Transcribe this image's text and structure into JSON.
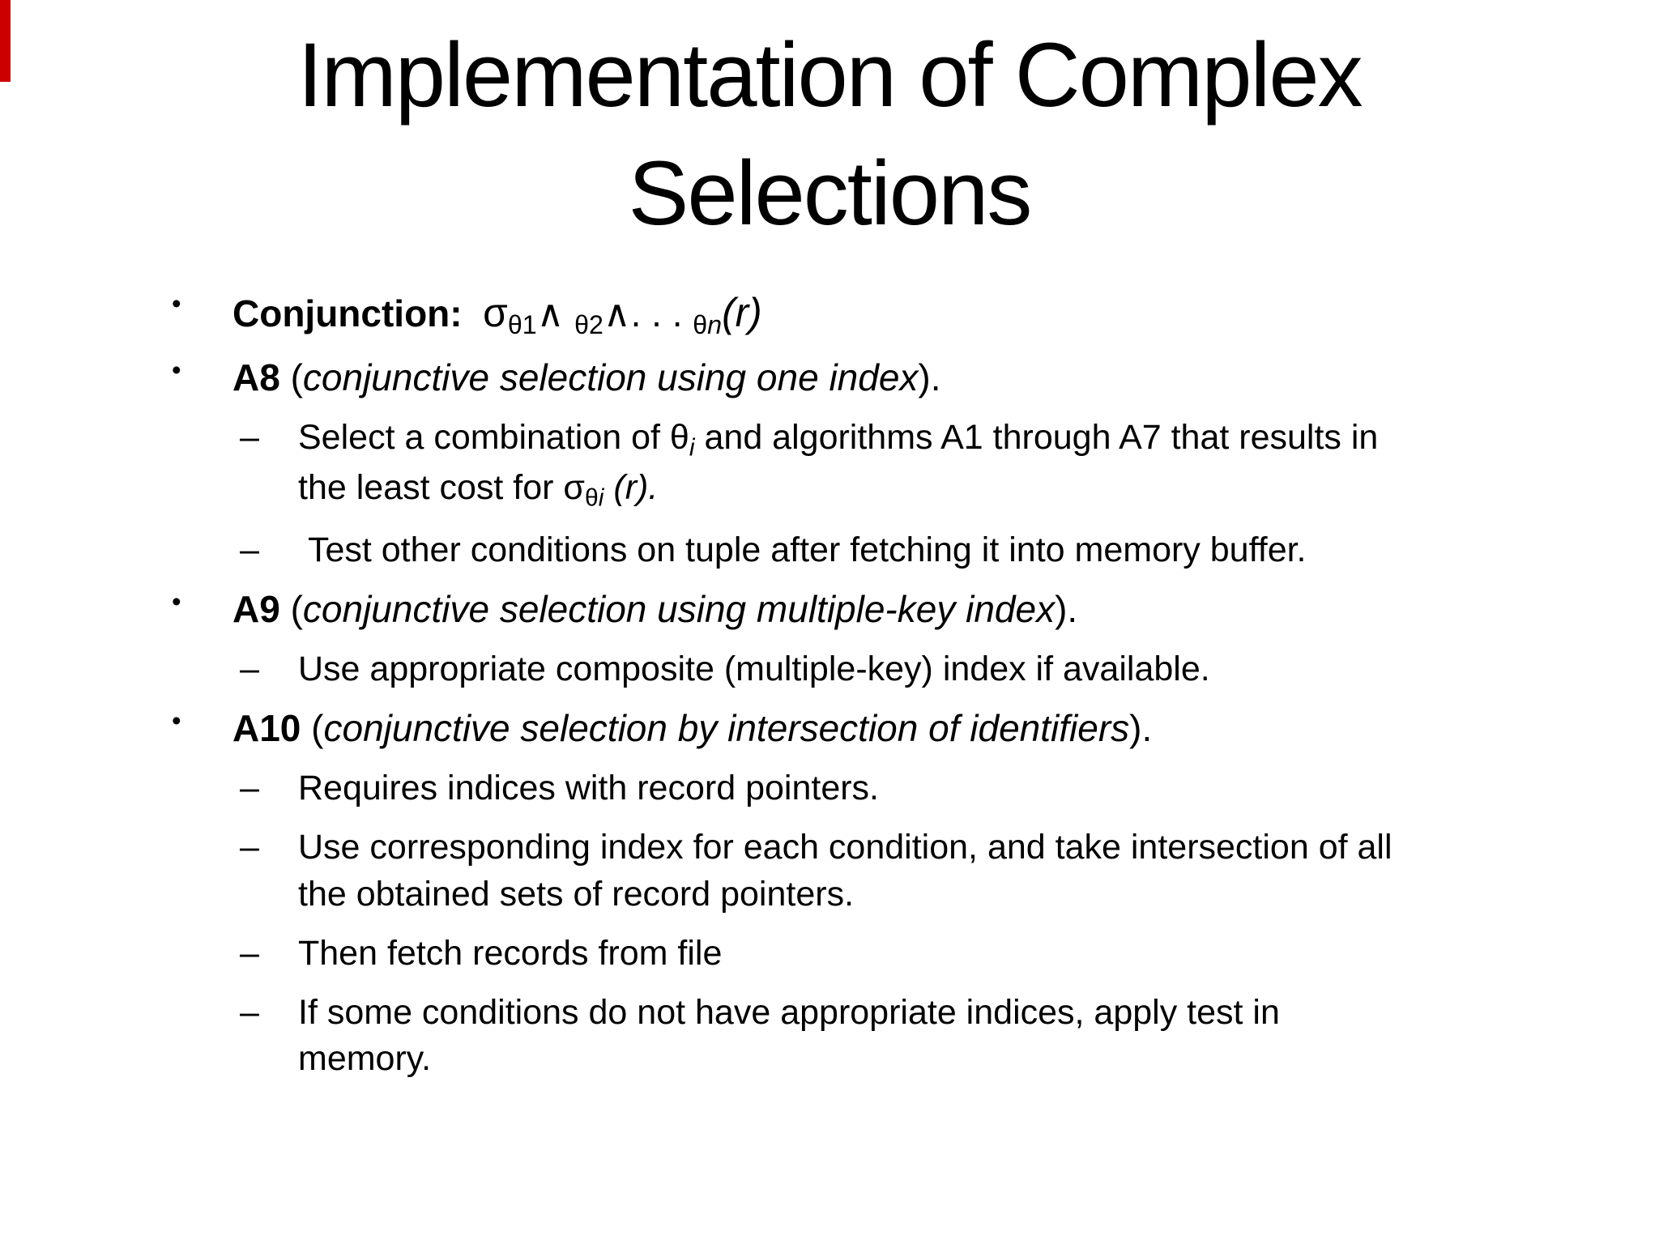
{
  "title": {
    "line1": "Implementation of Complex",
    "line2": "Selections"
  },
  "decoration": {
    "red_bar_color": "#cc0000"
  },
  "content": {
    "items": [
      {
        "level": 1,
        "marker": "•",
        "runs": [
          {
            "style": "b",
            "text": "Conjunction:  "
          },
          {
            "style": "sigma",
            "text": "σ"
          },
          {
            "style": "sub",
            "text": "θ1"
          },
          {
            "style": "n",
            "text": "∧ "
          },
          {
            "style": "sub",
            "text": "θ2"
          },
          {
            "style": "n",
            "text": "∧. . . "
          },
          {
            "style": "sub",
            "text": "θ"
          },
          {
            "style": "subi",
            "text": "n"
          },
          {
            "style": "bigi",
            "text": "(r)"
          }
        ]
      },
      {
        "level": 1,
        "marker": "•",
        "runs": [
          {
            "style": "b",
            "text": "A8 "
          },
          {
            "style": "n",
            "text": "("
          },
          {
            "style": "i",
            "text": "conjunctive selection using one index"
          },
          {
            "style": "n",
            "text": ")."
          }
        ]
      },
      {
        "level": 2,
        "marker": "–",
        "runs": [
          {
            "style": "n",
            "text": "Select a combination of θ"
          },
          {
            "style": "subi",
            "text": "i"
          },
          {
            "style": "n",
            "text": " and algorithms A1 through A7 that results in"
          },
          {
            "style": "br",
            "text": ""
          },
          {
            "style": "n",
            "text": "the least cost for σ"
          },
          {
            "style": "sub",
            "text": "θ"
          },
          {
            "style": "subi",
            "text": "i"
          },
          {
            "style": "i",
            "text": " (r)."
          }
        ]
      },
      {
        "level": 2,
        "marker": "–",
        "runs": [
          {
            "style": "n",
            "text": " Test other conditions on tuple after fetching it into memory buffer."
          }
        ]
      },
      {
        "level": 1,
        "marker": "•",
        "runs": [
          {
            "style": "b",
            "text": "A9 "
          },
          {
            "style": "n",
            "text": "("
          },
          {
            "style": "i",
            "text": "conjunctive selection using multiple-key index"
          },
          {
            "style": "n",
            "text": ")."
          }
        ]
      },
      {
        "level": 2,
        "marker": "–",
        "runs": [
          {
            "style": "n",
            "text": "Use appropriate composite (multiple-key) index if available."
          }
        ]
      },
      {
        "level": 1,
        "marker": "•",
        "runs": [
          {
            "style": "b",
            "text": "A10 "
          },
          {
            "style": "n",
            "text": "("
          },
          {
            "style": "i",
            "text": "conjunctive selection by intersection of identifiers"
          },
          {
            "style": "n",
            "text": ")."
          }
        ]
      },
      {
        "level": 2,
        "marker": "–",
        "runs": [
          {
            "style": "n",
            "text": "Requires indices with record pointers."
          }
        ]
      },
      {
        "level": 2,
        "marker": "–",
        "runs": [
          {
            "style": "n",
            "text": "Use corresponding index for each condition, and take intersection of all"
          },
          {
            "style": "br",
            "text": ""
          },
          {
            "style": "n",
            "text": "the obtained sets of record pointers."
          }
        ]
      },
      {
        "level": 2,
        "marker": "–",
        "runs": [
          {
            "style": "n",
            "text": "Then fetch records from file"
          }
        ]
      },
      {
        "level": 2,
        "marker": "–",
        "runs": [
          {
            "style": "n",
            "text": "If some conditions do not have appropriate indices, apply test in"
          },
          {
            "style": "br",
            "text": ""
          },
          {
            "style": "n",
            "text": "memory."
          }
        ]
      }
    ]
  }
}
